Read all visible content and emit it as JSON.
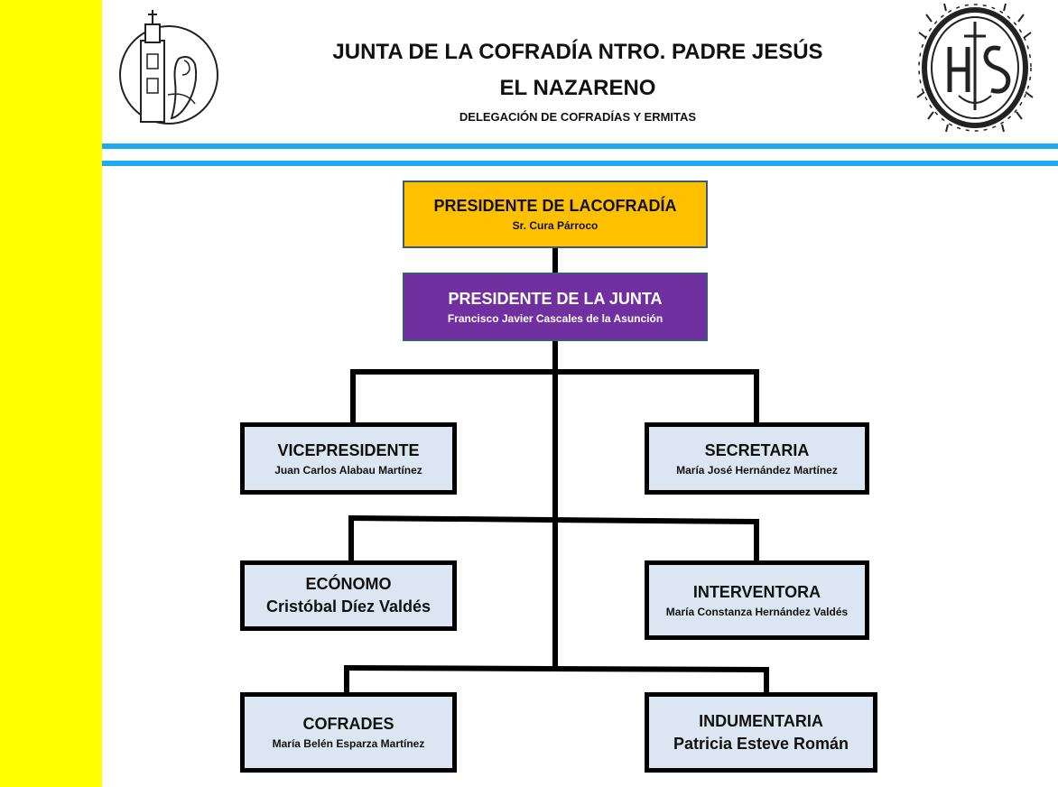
{
  "header": {
    "title_line1": "JUNTA DE LA COFRADÍA NTRO. PADRE JESÚS",
    "title_line2": "EL NAZARENO",
    "subtitle": "DELEGACIÓN DE COFRADÍAS Y ERMITAS"
  },
  "colors": {
    "sidebar": "#ffff00",
    "rule": "#1eaaf1",
    "president_box": "#ffc000",
    "junta_box": "#7030a0",
    "role_box": "#dce6f2"
  },
  "org": {
    "president": {
      "role": "PRESIDENTE DE LACOFRADÍA",
      "name": "Sr. Cura Párroco"
    },
    "junta_president": {
      "role": "PRESIDENTE DE LA JUNTA",
      "name": "Francisco Javier Cascales de la Asunción"
    },
    "vicepresidente": {
      "role": "VICEPRESIDENTE",
      "name": "Juan Carlos Alabau Martínez"
    },
    "secretaria": {
      "role": "SECRETARIA",
      "name": "María José Hernández Martínez"
    },
    "economo": {
      "role": "ECÓNOMO",
      "name": "Cristóbal Díez Valdés"
    },
    "interventora": {
      "role": "INTERVENTORA",
      "name": "María Constanza Hernández Valdés"
    },
    "cofrades": {
      "role": "COFRADES",
      "name": "María Belén Esparza Martínez"
    },
    "indumentaria": {
      "role": "INDUMENTARIA",
      "name": "Patricia Esteve Román"
    }
  }
}
